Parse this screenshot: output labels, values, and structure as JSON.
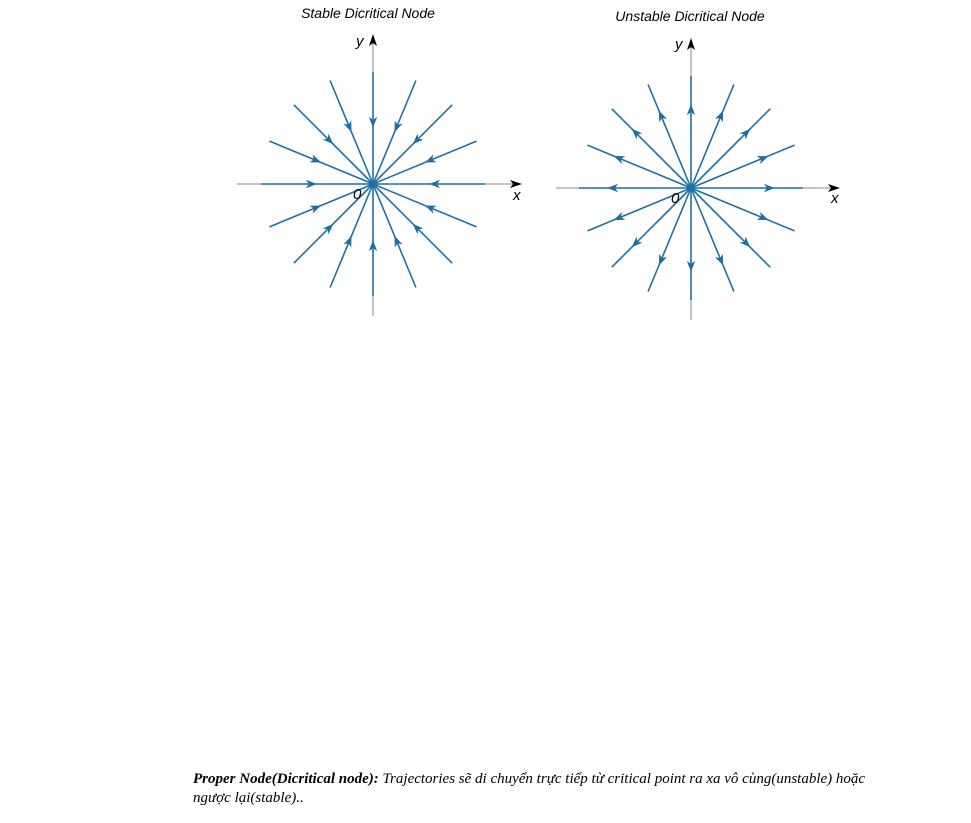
{
  "diagrams": [
    {
      "title": "Stable Dicritical Node",
      "kind": "stable",
      "arrow_direction": "toward-origin",
      "axis_x_label": "x",
      "axis_y_label": "y",
      "origin_label": "0"
    },
    {
      "title": "Unstable Dicritical Node",
      "kind": "unstable",
      "arrow_direction": "away-from-origin",
      "axis_x_label": "x",
      "axis_y_label": "y",
      "origin_label": "0"
    }
  ],
  "trajectory_count": 16,
  "colors": {
    "trajectory": "#1f6fa5",
    "axis": "#888888",
    "axis_arrow": "#000000",
    "text": "#000000"
  },
  "caption": {
    "term": "Proper Node(Dicritical node):",
    "text": "Trajectories sẽ di chuyển trực tiếp từ critical point ra xa vô cùng(unstable) hoặc ngược lại(stable).."
  }
}
